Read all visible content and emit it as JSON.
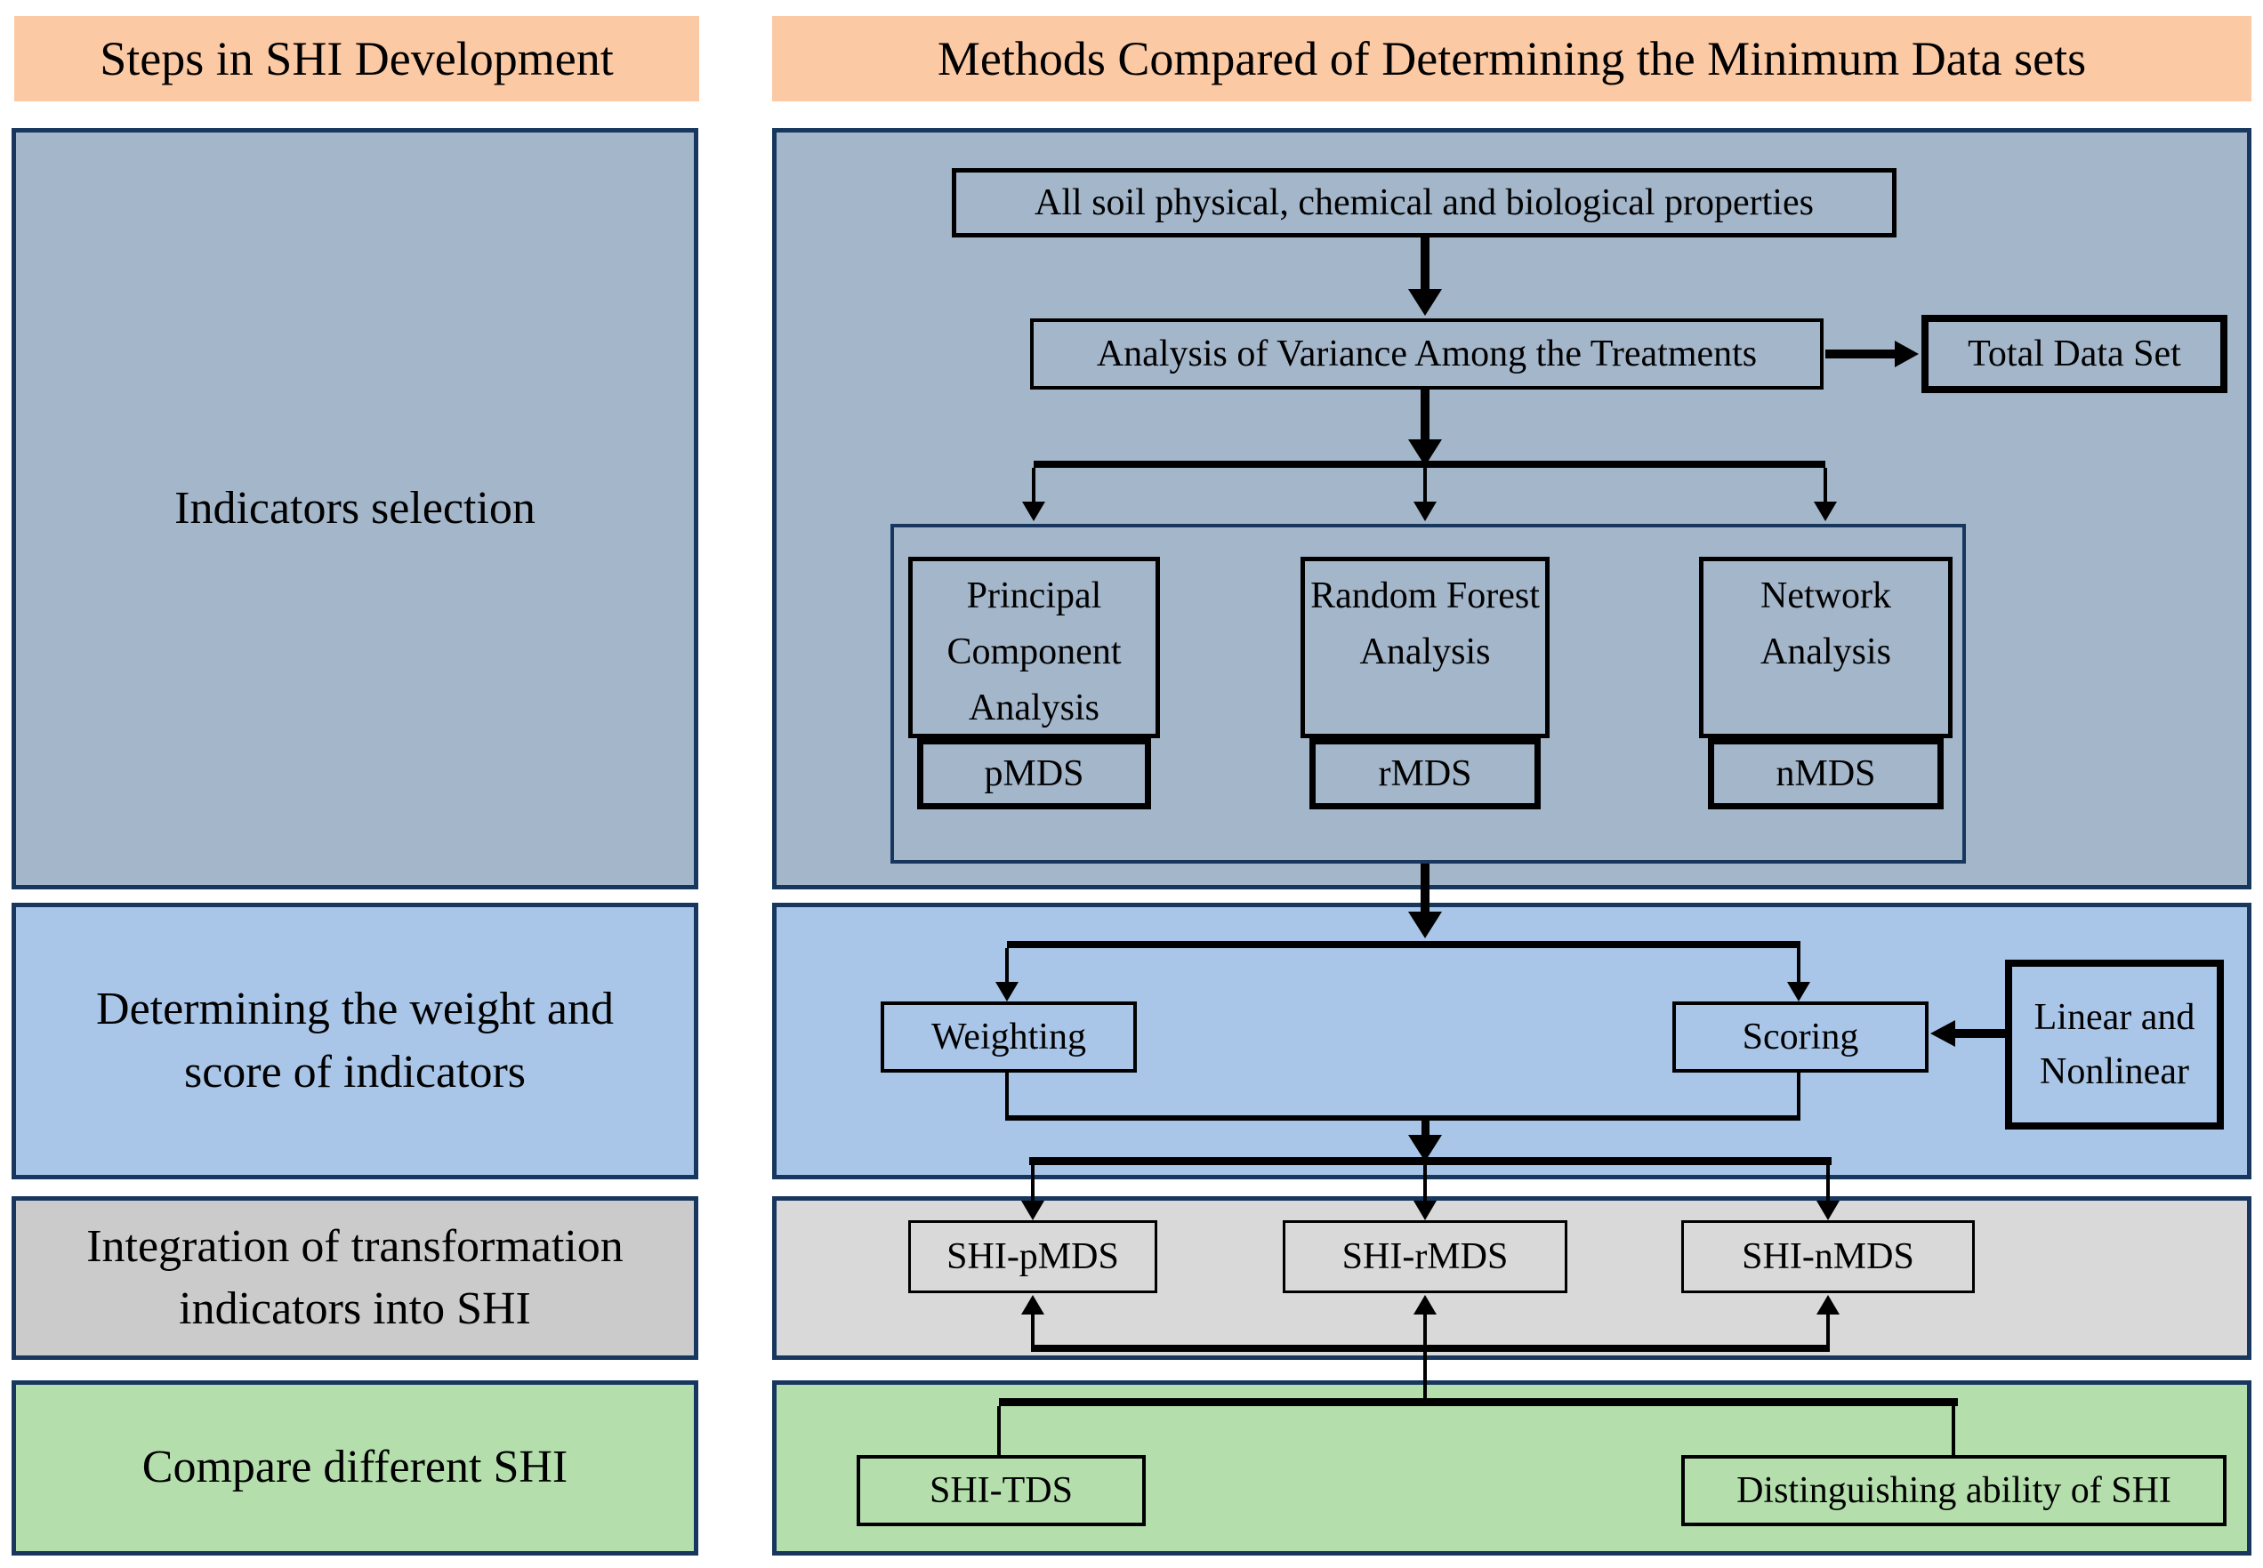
{
  "headers": {
    "left": "Steps in SHI Development",
    "right": "Methods Compared of Determining  the Minimum Data sets"
  },
  "steps": {
    "indicators": "Indicators selection",
    "weights_line1": "Determining the weight and",
    "weights_line2": "score of indicators",
    "integration_line1": "Integration of transformation",
    "integration_line2": "indicators into SHI",
    "compare": "Compare different SHI"
  },
  "flow": {
    "all_properties": "All soil physical, chemical  and biological properties",
    "anova": "Analysis of Variance Among the Treatments",
    "total_data_set": "Total Data Set",
    "pca": "Principal Component Analysis",
    "random_forest": "Random Forest Analysis",
    "network_analysis": "Network Analysis",
    "pmds": "pMDS",
    "rmds": "rMDS",
    "nmds": "nMDS",
    "weighting": "Weighting",
    "scoring": "Scoring",
    "linear_nonlinear": "Linear and Nonlinear",
    "shi_pmds": "SHI-pMDS",
    "shi_rmds": "SHI-rMDS",
    "shi_nmds": "SHI-nMDS",
    "shi_tds": "SHI-TDS",
    "distinguishing": "Distinguishing ability of SHI"
  },
  "colors": {
    "peach": "#FBC9A4",
    "section1_bluegray": "#A4B6CA",
    "section2_blue": "#A9C6E8",
    "section3_gray_left": "#CBCBCB",
    "section3_gray_right": "#D9D9D9",
    "section4_green": "#B4DEAC",
    "border_navy": "#17375E",
    "ink": "#000000"
  }
}
